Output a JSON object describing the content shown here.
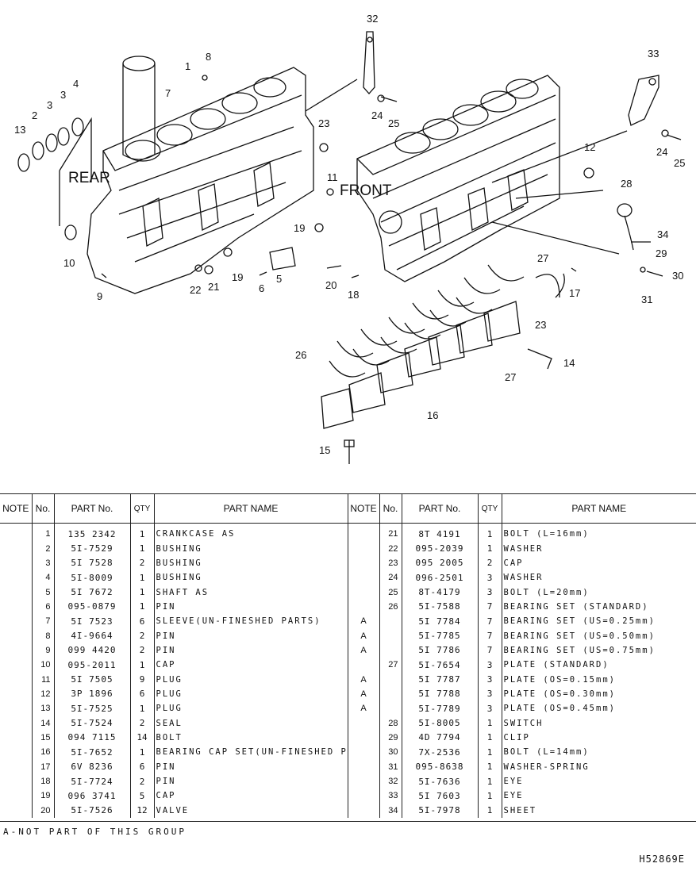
{
  "diagram": {
    "labels": {
      "rear": "REAR",
      "front": "FRONT"
    },
    "callouts": [
      "13",
      "2",
      "3",
      "3",
      "4",
      "7",
      "1",
      "8",
      "32",
      "24",
      "25",
      "23",
      "11",
      "33",
      "24",
      "25",
      "12",
      "28",
      "34",
      "29",
      "30",
      "31",
      "10",
      "9",
      "22",
      "21",
      "19",
      "19",
      "5",
      "6",
      "20",
      "18",
      "27",
      "17",
      "23",
      "26",
      "27",
      "14",
      "16",
      "15"
    ]
  },
  "table": {
    "headers": {
      "note": "NOTE",
      "no": "No.",
      "part_no": "PART No.",
      "qty": "QTY",
      "part_name": "PART NAME"
    },
    "left_rows": [
      {
        "note": "",
        "no": "1",
        "part_no": "135 2342",
        "qty": "1",
        "name": "CRANKCASE AS"
      },
      {
        "note": "",
        "no": "2",
        "part_no": "5I-7529",
        "qty": "1",
        "name": "BUSHING"
      },
      {
        "note": "",
        "no": "3",
        "part_no": "5I 7528",
        "qty": "2",
        "name": "BUSHING"
      },
      {
        "note": "",
        "no": "4",
        "part_no": "5I-8009",
        "qty": "1",
        "name": "BUSHING"
      },
      {
        "note": "",
        "no": "5",
        "part_no": "5I 7672",
        "qty": "1",
        "name": "SHAFT AS"
      },
      {
        "note": "",
        "no": "6",
        "part_no": "095-0879",
        "qty": "1",
        "name": "PIN"
      },
      {
        "note": "",
        "no": "7",
        "part_no": "5I 7523",
        "qty": "6",
        "name": "SLEEVE(UN-FINESHED PARTS)"
      },
      {
        "note": "",
        "no": "8",
        "part_no": "4I-9664",
        "qty": "2",
        "name": "PIN"
      },
      {
        "note": "",
        "no": "9",
        "part_no": "099 4420",
        "qty": "2",
        "name": "PIN"
      },
      {
        "note": "",
        "no": "10",
        "part_no": "095-2011",
        "qty": "1",
        "name": "CAP"
      },
      {
        "note": "",
        "no": "11",
        "part_no": "5I 7505",
        "qty": "9",
        "name": "PLUG"
      },
      {
        "note": "",
        "no": "12",
        "part_no": "3P 1896",
        "qty": "6",
        "name": "PLUG"
      },
      {
        "note": "",
        "no": "13",
        "part_no": "5I-7525",
        "qty": "1",
        "name": "PLUG"
      },
      {
        "note": "",
        "no": "14",
        "part_no": "5I-7524",
        "qty": "2",
        "name": "SEAL"
      },
      {
        "note": "",
        "no": "15",
        "part_no": "094 7115",
        "qty": "14",
        "name": "BOLT"
      },
      {
        "note": "",
        "no": "16",
        "part_no": "5I-7652",
        "qty": "1",
        "name": "BEARING CAP SET(UN-FINESHED PARTS)"
      },
      {
        "note": "",
        "no": "17",
        "part_no": "6V 8236",
        "qty": "6",
        "name": "PIN"
      },
      {
        "note": "",
        "no": "18",
        "part_no": "5I-7724",
        "qty": "2",
        "name": "PIN"
      },
      {
        "note": "",
        "no": "19",
        "part_no": "096 3741",
        "qty": "5",
        "name": "CAP"
      },
      {
        "note": "",
        "no": "20",
        "part_no": "5I-7526",
        "qty": "12",
        "name": "VALVE"
      }
    ],
    "right_rows": [
      {
        "note": "",
        "no": "21",
        "part_no": "8T 4191",
        "qty": "1",
        "name": "BOLT (L=16mm)"
      },
      {
        "note": "",
        "no": "22",
        "part_no": "095-2039",
        "qty": "1",
        "name": "WASHER"
      },
      {
        "note": "",
        "no": "23",
        "part_no": "095 2005",
        "qty": "2",
        "name": "CAP"
      },
      {
        "note": "",
        "no": "24",
        "part_no": "096-2501",
        "qty": "3",
        "name": "WASHER"
      },
      {
        "note": "",
        "no": "25",
        "part_no": "8T-4179",
        "qty": "3",
        "name": "BOLT (L=20mm)"
      },
      {
        "note": "",
        "no": "26",
        "part_no": "5I-7588",
        "qty": "7",
        "name": "BEARING SET (STANDARD)"
      },
      {
        "note": "A",
        "no": "",
        "part_no": "5I 7784",
        "qty": "7",
        "name": "BEARING SET (US=0.25mm)"
      },
      {
        "note": "A",
        "no": "",
        "part_no": "5I-7785",
        "qty": "7",
        "name": "BEARING SET (US=0.50mm)"
      },
      {
        "note": "A",
        "no": "",
        "part_no": "5I 7786",
        "qty": "7",
        "name": "BEARING SET (US=0.75mm)"
      },
      {
        "note": "",
        "no": "27",
        "part_no": "5I-7654",
        "qty": "3",
        "name": "PLATE (STANDARD)"
      },
      {
        "note": "A",
        "no": "",
        "part_no": "5I 7787",
        "qty": "3",
        "name": "PLATE (OS=0.15mm)"
      },
      {
        "note": "A",
        "no": "",
        "part_no": "5I 7788",
        "qty": "3",
        "name": "PLATE (OS=0.30mm)"
      },
      {
        "note": "A",
        "no": "",
        "part_no": "5I-7789",
        "qty": "3",
        "name": "PLATE (OS=0.45mm)"
      },
      {
        "note": "",
        "no": "28",
        "part_no": "5I-8005",
        "qty": "1",
        "name": "SWITCH"
      },
      {
        "note": "",
        "no": "29",
        "part_no": "4D 7794",
        "qty": "1",
        "name": "CLIP"
      },
      {
        "note": "",
        "no": "30",
        "part_no": "7X-2536",
        "qty": "1",
        "name": "BOLT (L=14mm)"
      },
      {
        "note": "",
        "no": "31",
        "part_no": "095-8638",
        "qty": "1",
        "name": "WASHER-SPRING"
      },
      {
        "note": "",
        "no": "32",
        "part_no": "5I-7636",
        "qty": "1",
        "name": "EYE"
      },
      {
        "note": "",
        "no": "33",
        "part_no": "5I 7603",
        "qty": "1",
        "name": "EYE"
      },
      {
        "note": "",
        "no": "34",
        "part_no": "5I-7978",
        "qty": "1",
        "name": "SHEET"
      }
    ]
  },
  "footnote": "A-NOT PART OF THIS GROUP",
  "drawing_code": "H52869E"
}
